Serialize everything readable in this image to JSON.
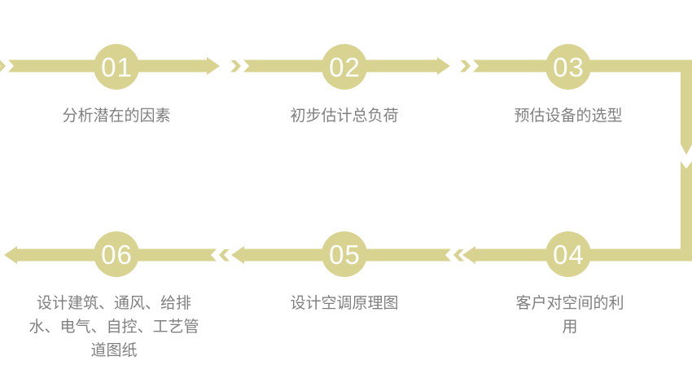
{
  "diagram": {
    "type": "process-flow",
    "flow_order": "01→02→03 (top, left to right) → down right side → 04→05→06 (bottom, right to left)",
    "colors": {
      "accent": "#d9d392",
      "step_number": "#ffffff",
      "label_text": "#808080",
      "background": "#ffffff"
    },
    "steps": [
      {
        "number": "01",
        "label": "分析潜在的因素"
      },
      {
        "number": "02",
        "label": "初步估计总负荷"
      },
      {
        "number": "03",
        "label": "预估设备的选型"
      },
      {
        "number": "04",
        "label": "客户对空间的利\n用"
      },
      {
        "number": "05",
        "label": "设计空调原理图"
      },
      {
        "number": "06",
        "label": "设计建筑、通风、给排\n水、电气、自控、工艺管\n道图纸"
      }
    ]
  }
}
